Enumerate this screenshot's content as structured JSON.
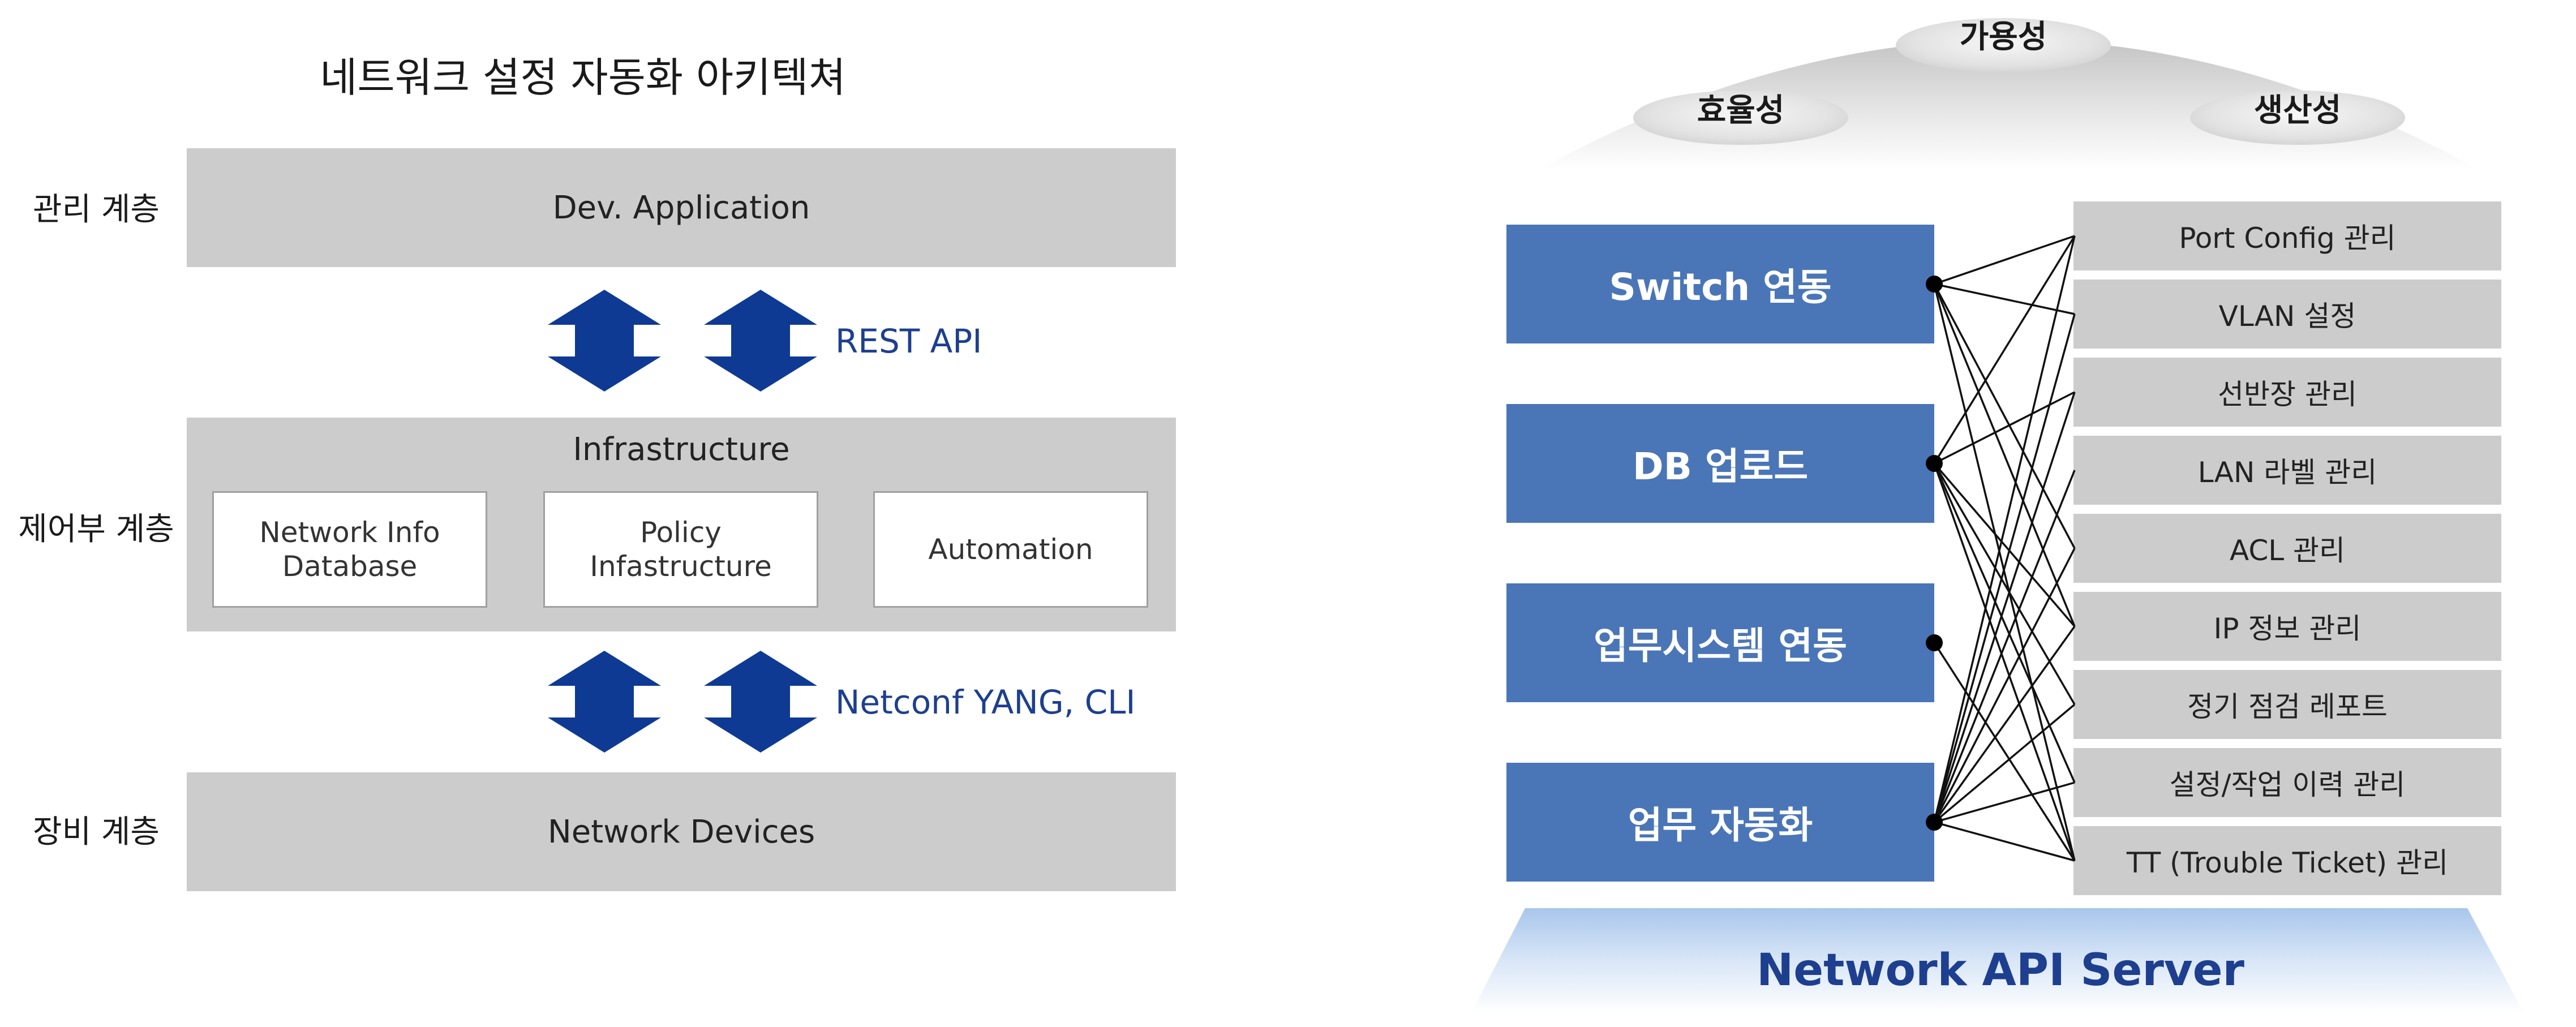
{
  "left": {
    "title": "네트워크 설정 자동화 아키텍쳐",
    "layers": {
      "management": "관리 계층",
      "control": "제어부 계층",
      "device": "장비 계층"
    },
    "bands": {
      "dev_application": "Dev. Application",
      "infrastructure": "Infrastructure",
      "network_devices": "Network Devices"
    },
    "infra_modules": [
      {
        "line1": "Network Info",
        "line2": "Database"
      },
      {
        "line1": "Policy",
        "line2": "Infastructure"
      },
      {
        "line1": "Automation",
        "line2": ""
      }
    ],
    "protocols": {
      "upper": "REST API",
      "lower": "Netconf YANG, CLI"
    },
    "arrow_color": "#0e3a94",
    "band_color": "#cccccc"
  },
  "right": {
    "dome_labels": {
      "top": "가용성",
      "left": "효율성",
      "right": "생산성"
    },
    "functions": [
      "Switch 연동",
      "DB 업로드",
      "업무시스템 연동",
      "업무 자동화"
    ],
    "features": [
      "Port Config 관리",
      "VLAN 설정",
      "선반장 관리",
      "LAN 라벨 관리",
      "ACL 관리",
      "IP 정보 관리",
      "정기 점검 레포트",
      "설정/작업 이력 관리",
      "TT (Trouble Ticket) 관리"
    ],
    "server_label": "Network API Server",
    "function_color": "#4a76b7",
    "server_color": "#1e3f8f"
  }
}
